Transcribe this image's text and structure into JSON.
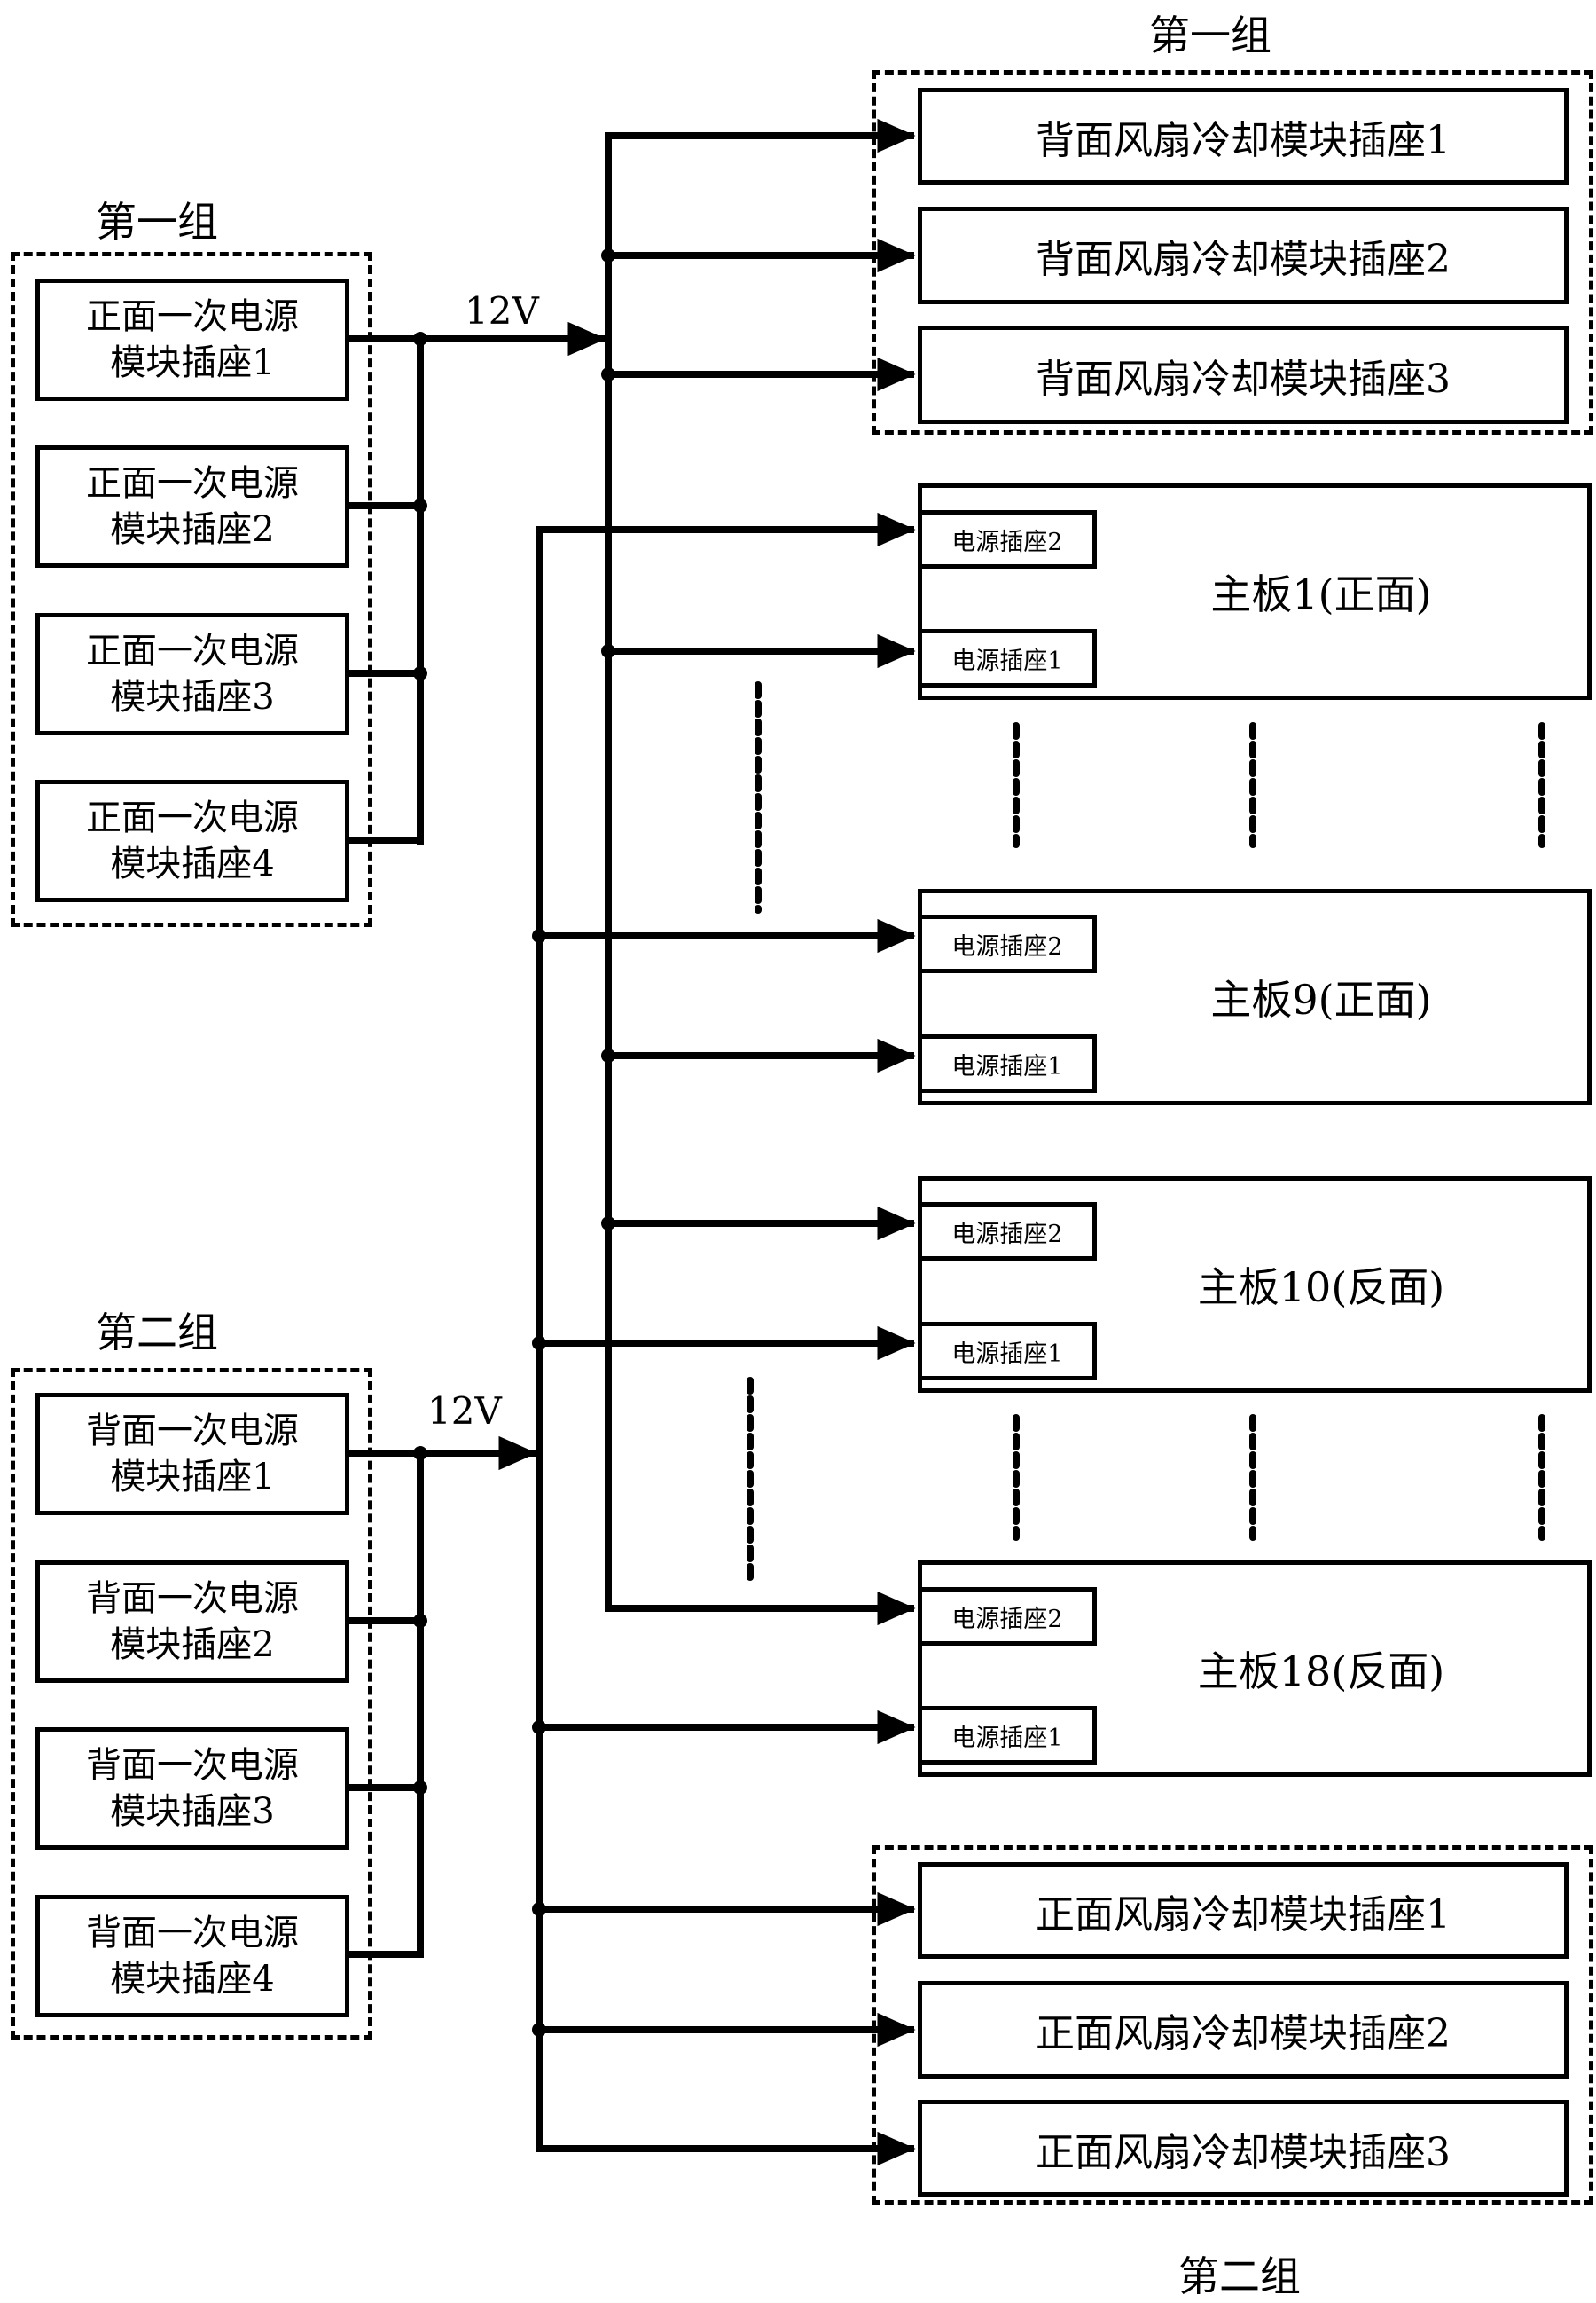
{
  "diagram": {
    "left_groups": [
      {
        "label": "第一组",
        "voltage": "12V",
        "modules": [
          {
            "line1": "正面一次电源",
            "line2": "模块插座1"
          },
          {
            "line1": "正面一次电源",
            "line2": "模块插座2"
          },
          {
            "line1": "正面一次电源",
            "line2": "模块插座3"
          },
          {
            "line1": "正面一次电源",
            "line2": "模块插座4"
          }
        ]
      },
      {
        "label": "第二组",
        "voltage": "12V",
        "modules": [
          {
            "line1": "背面一次电源",
            "line2": "模块插座1"
          },
          {
            "line1": "背面一次电源",
            "line2": "模块插座2"
          },
          {
            "line1": "背面一次电源",
            "line2": "模块插座3"
          },
          {
            "line1": "背面一次电源",
            "line2": "模块插座4"
          }
        ]
      }
    ],
    "fan_groups": [
      {
        "label": "第一组",
        "items": [
          "背面风扇冷却模块插座1",
          "背面风扇冷却模块插座2",
          "背面风扇冷却模块插座3"
        ]
      },
      {
        "label": "第二组",
        "items": [
          "正面风扇冷却模块插座1",
          "正面风扇冷却模块插座2",
          "正面风扇冷却模块插座3"
        ]
      }
    ],
    "motherboards": [
      {
        "title": "主板1(正面)",
        "socket_top": "电源插座2",
        "socket_bottom": "电源插座1"
      },
      {
        "title": "主板9(正面)",
        "socket_top": "电源插座2",
        "socket_bottom": "电源插座1"
      },
      {
        "title": "主板10(反面)",
        "socket_top": "电源插座2",
        "socket_bottom": "电源插座1"
      },
      {
        "title": "主板18(反面)",
        "socket_top": "电源插座2",
        "socket_bottom": "电源插座1"
      }
    ]
  }
}
